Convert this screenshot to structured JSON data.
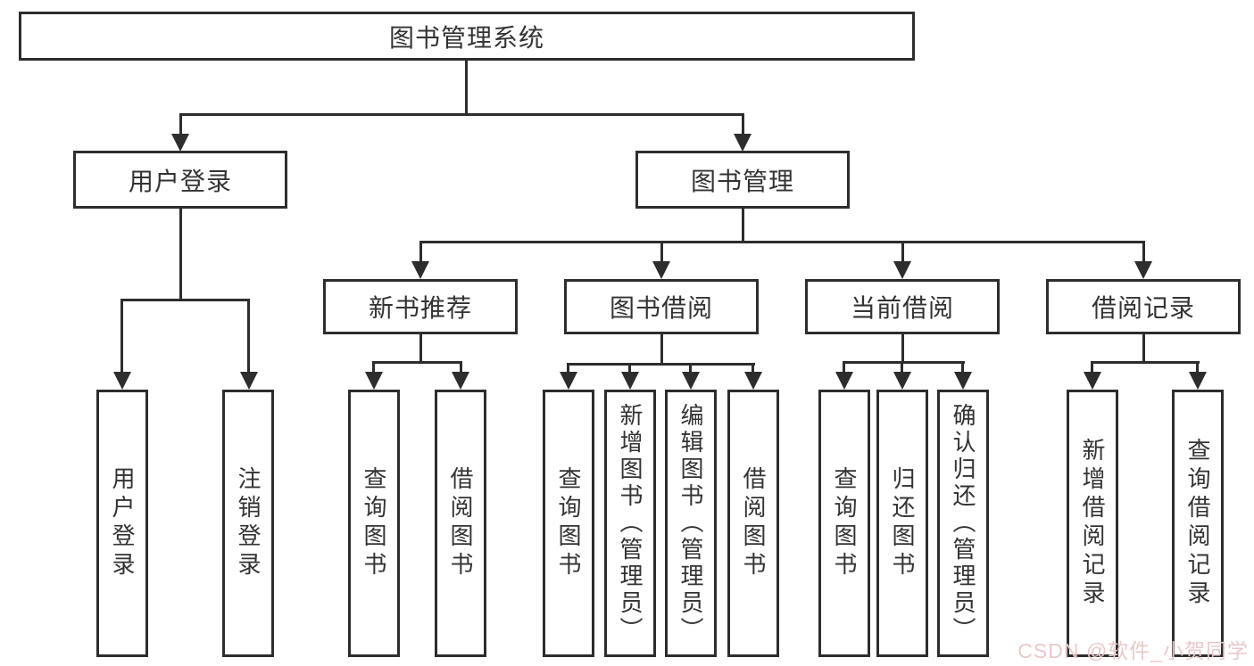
{
  "diagram": {
    "root": {
      "label": "图书管理系统"
    },
    "level2": {
      "user_login": {
        "label": "用户登录"
      },
      "book_management": {
        "label": "图书管理"
      }
    },
    "level3": {
      "new_book_recommend": {
        "label": "新书推荐"
      },
      "book_borrow": {
        "label": "图书借阅"
      },
      "current_borrow": {
        "label": "当前借阅"
      },
      "borrow_records": {
        "label": "借阅记录"
      }
    },
    "leaves": {
      "login": {
        "label": "用户登录"
      },
      "logout": {
        "label": "注销登录"
      },
      "nb_query_books": {
        "label": "查询图书"
      },
      "nb_borrow_books": {
        "label": "借阅图书"
      },
      "bb_query_books": {
        "label": "查询图书"
      },
      "bb_add_books": {
        "label": "新增图书（管理员）"
      },
      "bb_edit_books": {
        "label": "编辑图书（管理员）"
      },
      "bb_borrow_books": {
        "label": "借阅图书"
      },
      "cb_query_books": {
        "label": "查询图书"
      },
      "cb_return_books": {
        "label": "归还图书"
      },
      "cb_confirm_return": {
        "label": "确认归还（管理员）"
      },
      "br_add_record": {
        "label": "新增借阅记录"
      },
      "br_query_record": {
        "label": "查询借阅记录"
      }
    },
    "watermark": "CSDN @软件_小贺同学",
    "colors": {
      "line": "#2d2d2d",
      "text": "#333333",
      "watermark": "#eac9c9",
      "background": "#ffffff"
    }
  }
}
